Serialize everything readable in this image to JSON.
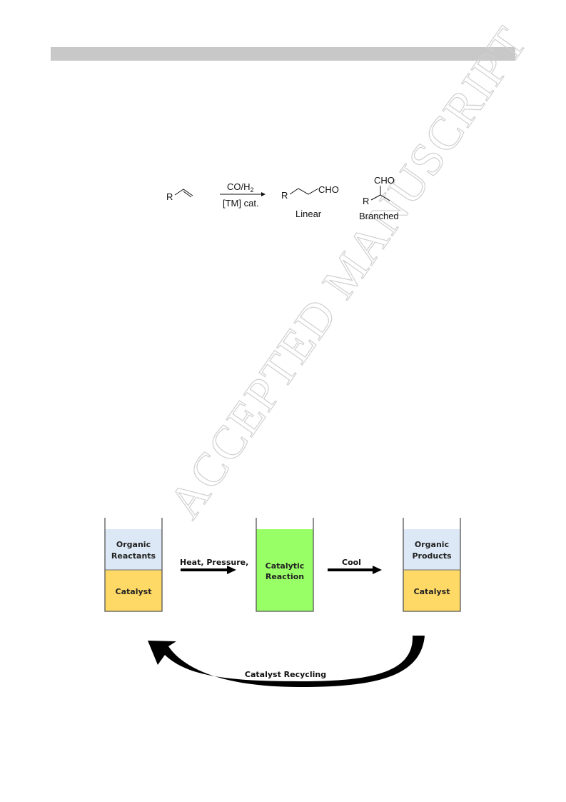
{
  "watermark": {
    "text": "ACCEPTED MANUSCRIPT"
  },
  "scheme": {
    "reactant_r": "R",
    "reagents_top": "CO/H",
    "reagents_top_sub": "2",
    "reagents_bottom": "[TM] cat.",
    "linear_r": "R",
    "linear_cho": "CHO",
    "linear_label": "Linear",
    "branched_cho": "CHO",
    "branched_r": "R",
    "branched_label": "Branched"
  },
  "figure": {
    "vessel1_top": [
      "Organic",
      "Reactants"
    ],
    "vessel1_bottom": "Catalyst",
    "arrow1_label": "Heat, Pressure,",
    "vessel2": [
      "Catalytic",
      "Reaction"
    ],
    "arrow2_label": "Cool",
    "vessel3_top": [
      "Organic",
      "Products"
    ],
    "vessel3_bottom": "Catalyst",
    "recycle_label": "Catalyst Recycling",
    "colors": {
      "organic_phase": "#dce8f5",
      "catalyst_phase": "#ffd966",
      "reaction_phase": "#99ff66"
    }
  }
}
